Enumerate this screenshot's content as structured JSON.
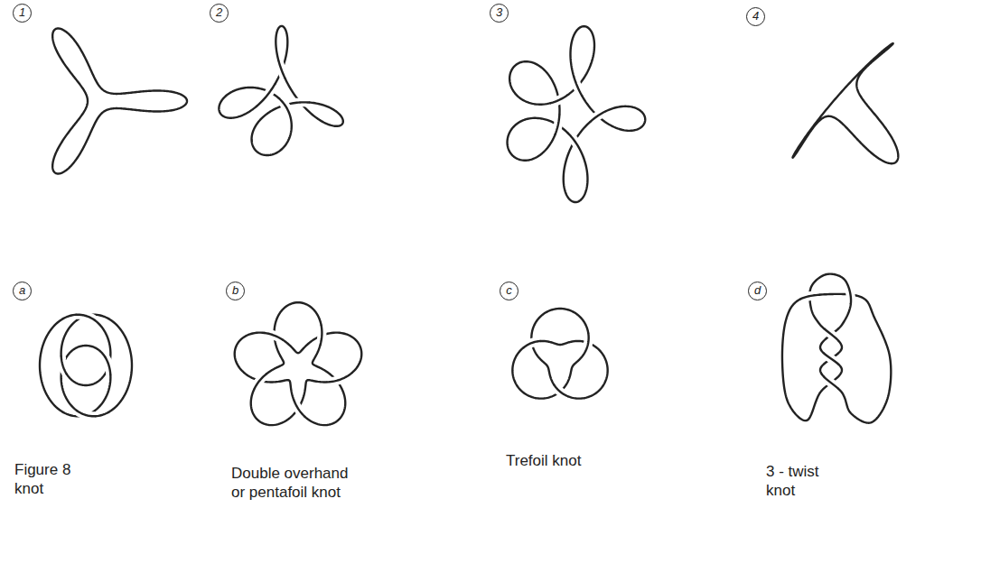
{
  "diagram": {
    "labels": [
      "1",
      "2",
      "3",
      "4",
      "a",
      "b",
      "c",
      "d",
      "Figure 8 knot",
      "Double overhand or pentafoil knot",
      "Trefoil knot",
      "3 - twist knot"
    ]
  }
}
